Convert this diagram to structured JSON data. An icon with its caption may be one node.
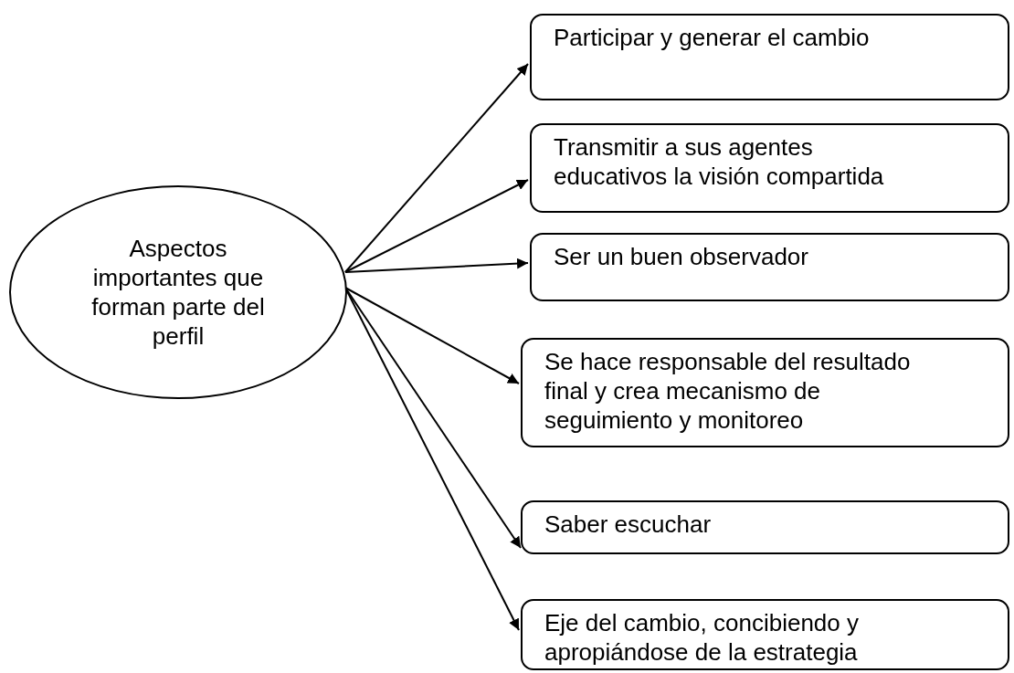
{
  "diagram": {
    "nodes": [
      {
        "text": [
          "Aspectos importantes que forman parte del perfil"
        ]
      },
      {
        "text": [
          "Participar y generar el cambio"
        ]
      },
      {
        "text": [
          "Transmitir a sus agentes educativos la visión compartida"
        ]
      },
      {
        "text": [
          "Ser un buen observador"
        ]
      },
      {
        "text": [
          "Se hace responsable del resultado final y crea mecanismo de seguimiento y monitoreo"
        ]
      },
      {
        "text": [
          "Saber escuchar"
        ]
      },
      {
        "text": [
          "Eje del cambio, concibiendo y apropiándose de la estrategia"
        ]
      }
    ],
    "edges": [
      {
        "from": 0,
        "to": 1,
        "arrow": "to"
      },
      {
        "from": 0,
        "to": 2,
        "arrow": "to"
      },
      {
        "from": 0,
        "to": 3,
        "arrow": "to"
      },
      {
        "from": 0,
        "to": 4,
        "arrow": "to"
      },
      {
        "from": 0,
        "to": 5,
        "arrow": "to"
      },
      {
        "from": 0,
        "to": 6,
        "arrow": "to"
      }
    ]
  }
}
